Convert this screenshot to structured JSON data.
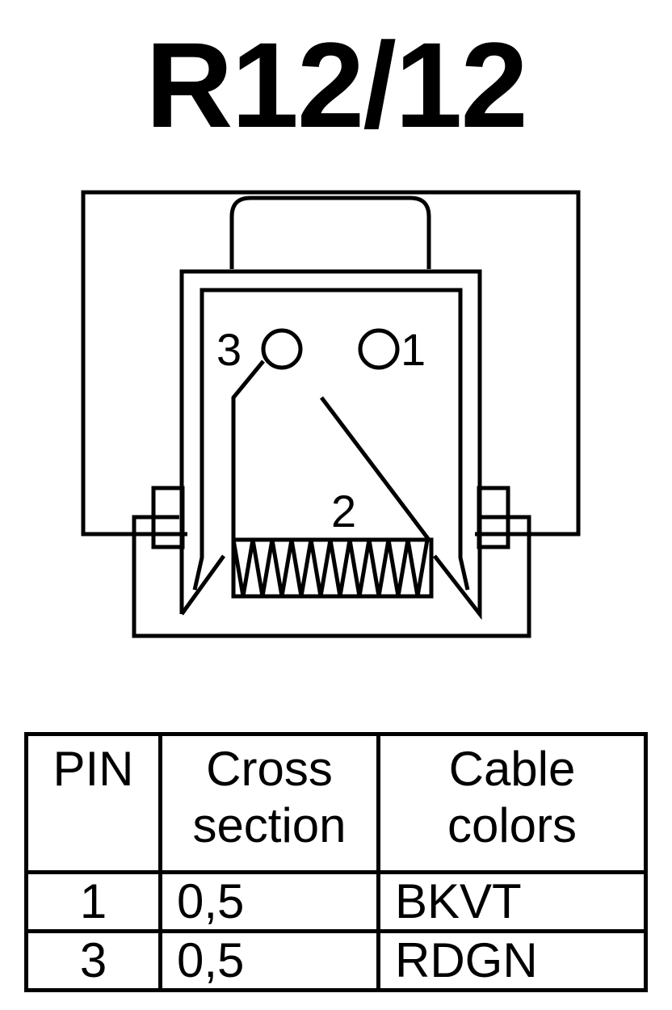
{
  "title": "R12/12",
  "diagram": {
    "pin_labels": [
      "3",
      "1",
      "2"
    ]
  },
  "table": {
    "headers": [
      {
        "line1": "PIN",
        "line2": ""
      },
      {
        "line1": "Cross",
        "line2": "section"
      },
      {
        "line1": "Cable",
        "line2": "colors"
      }
    ],
    "rows": [
      {
        "pin": "1",
        "cross_section": "0,5",
        "colors": "BKVT"
      },
      {
        "pin": "3",
        "cross_section": "0,5",
        "colors": "RDGN"
      }
    ]
  }
}
